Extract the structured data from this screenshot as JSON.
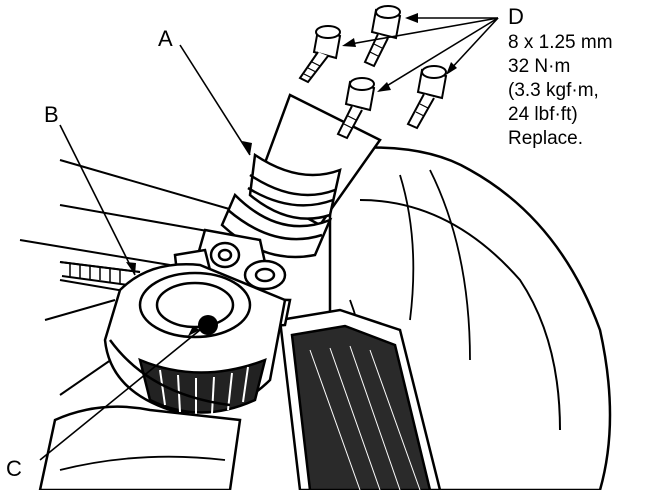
{
  "callouts": {
    "a": "A",
    "b": "B",
    "c": "C",
    "d": "D"
  },
  "spec": {
    "line1": "8 x 1.25 mm",
    "line2": "32 N·m",
    "line3": "(3.3 kgf·m,",
    "line4": "24 lbf·ft)",
    "line5": "Replace."
  }
}
